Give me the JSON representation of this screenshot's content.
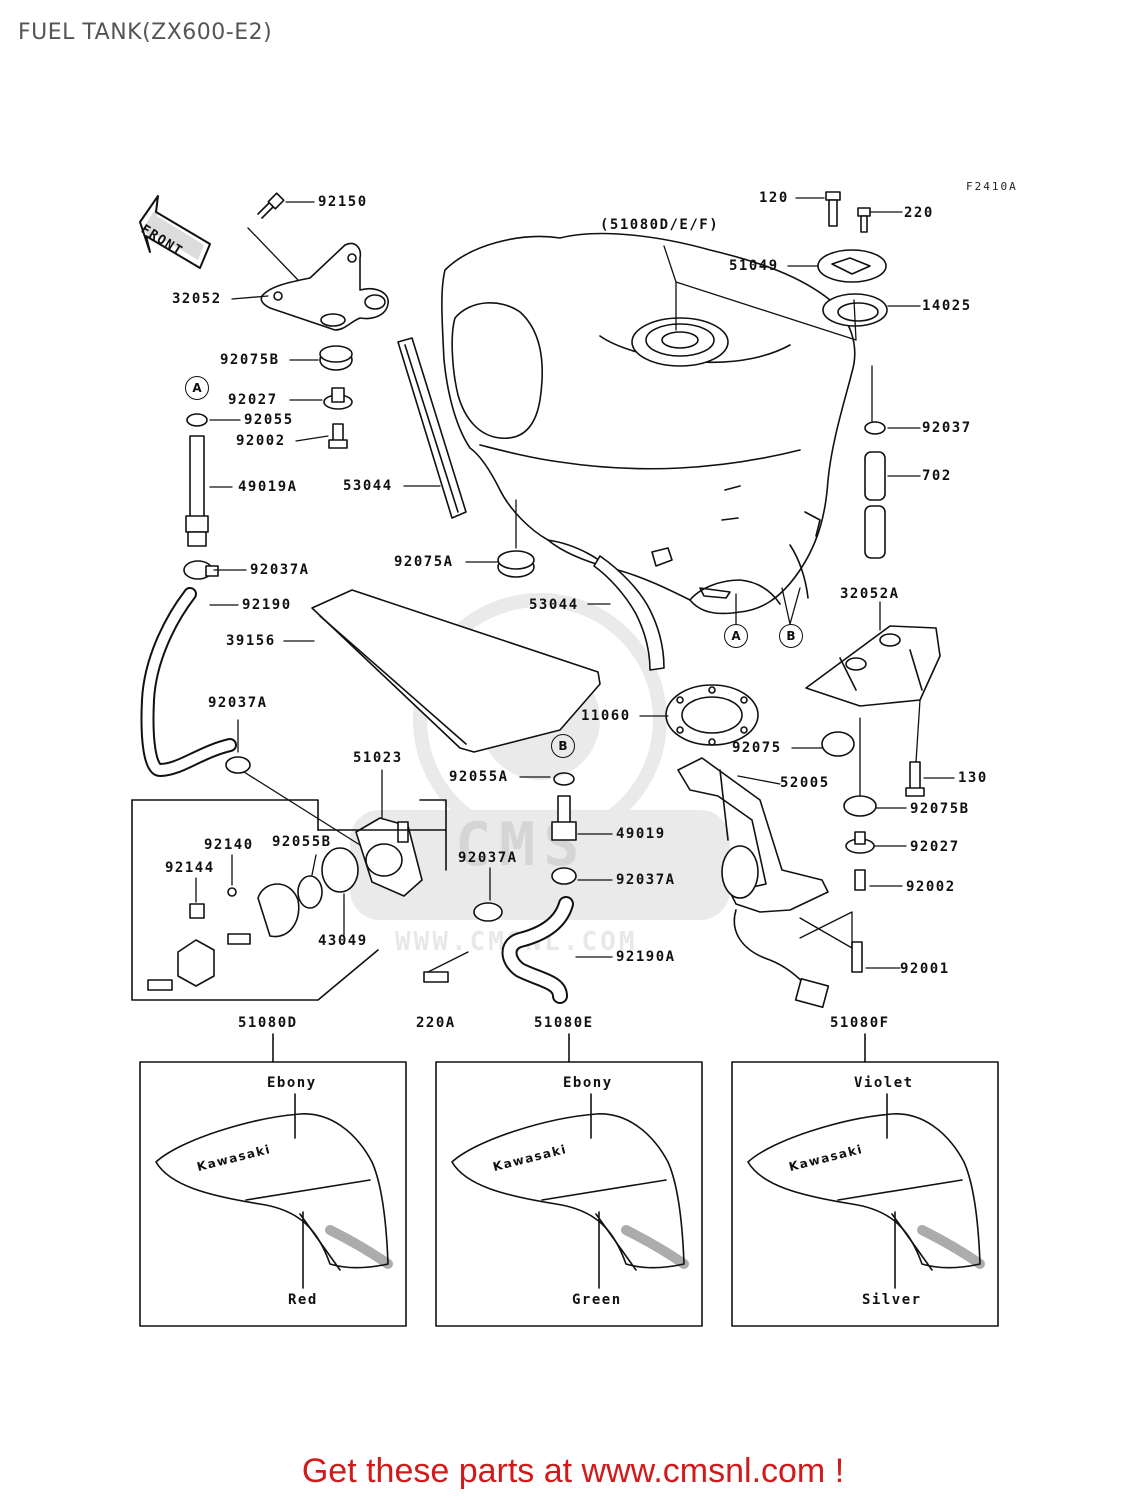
{
  "title": "FUEL TANK(ZX600-E2)",
  "figure_code": "F2410A",
  "front_label": "FRONT",
  "callouts": {
    "p92150": "92150",
    "p32052": "32052",
    "p92075B_l": "92075B",
    "p92027_l": "92027",
    "p92055": "92055",
    "p92002_l": "92002",
    "p49019A": "49019A",
    "p53044_a": "53044",
    "p92037A_l": "92037A",
    "p92190": "92190",
    "p39156": "39156",
    "p92037A_m": "92037A",
    "p51023": "51023",
    "p92140": "92140",
    "p92055B": "92055B",
    "p92144": "92144",
    "p43049": "43049",
    "p92037A_c": "92037A",
    "p220A": "220A",
    "p92075A": "92075A",
    "p53044_b": "53044",
    "p11060": "11060",
    "p92055A": "92055A",
    "p49019": "49019",
    "p92037A_r": "92037A",
    "p92190A": "92190A",
    "p51080DEF": "(51080D/E/F)",
    "p120": "120",
    "p220": "220",
    "p51049": "51049",
    "p14025": "14025",
    "p92037": "92037",
    "p702": "702",
    "p32052A": "32052A",
    "p92075": "92075",
    "p52005": "52005",
    "p130": "130",
    "p92075B_r": "92075B",
    "p92027_r": "92027",
    "p92002_r": "92002",
    "p92001": "92001"
  },
  "markers": {
    "a1": "A",
    "a2": "A",
    "b1": "B",
    "b2": "B"
  },
  "variants": [
    {
      "part": "51080D",
      "top_color": "Ebony",
      "bottom_color": "Red",
      "logo": "Kawasaki"
    },
    {
      "part": "51080E",
      "top_color": "Ebony",
      "bottom_color": "Green",
      "logo": "Kawasaki"
    },
    {
      "part": "51080F",
      "top_color": "Violet",
      "bottom_color": "Silver",
      "logo": "Kawasaki"
    }
  ],
  "watermark": "CMS",
  "watermark_url": "WWW.CMSNL.COM",
  "promo": "Get these parts at www.cmsnl.com !",
  "colors": {
    "line": "#111111",
    "title": "#555555",
    "promo": "#d31a1a"
  }
}
